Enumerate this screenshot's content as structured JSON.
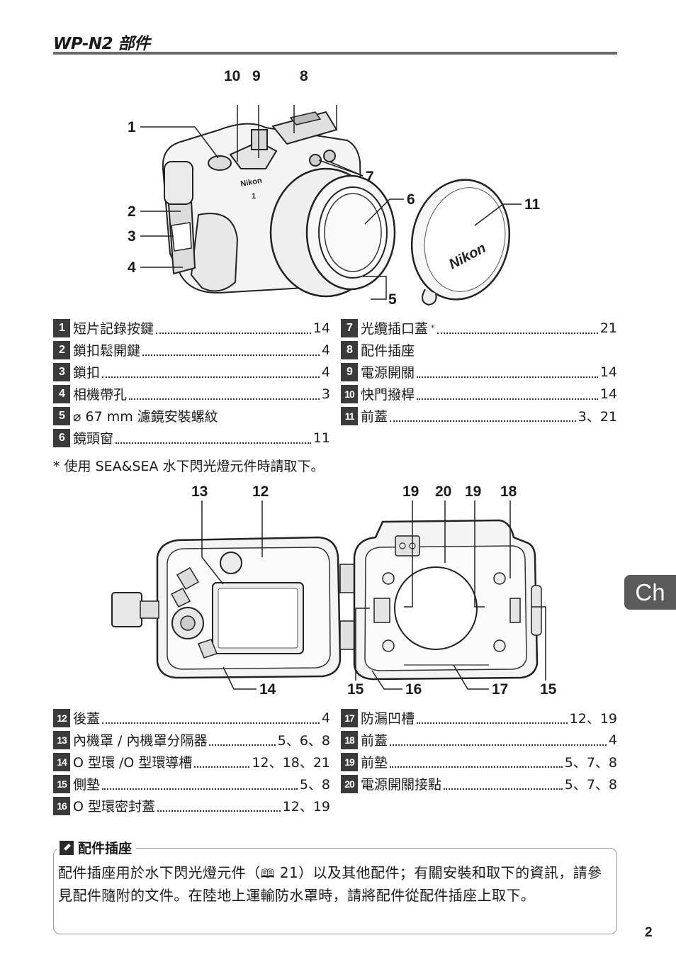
{
  "header": {
    "title": "WP-N2 部件"
  },
  "figure_top": {
    "callouts": [
      "1",
      "2",
      "3",
      "4",
      "5",
      "6",
      "7",
      "8",
      "9",
      "10",
      "11"
    ],
    "brand_body": "Nikon",
    "body_mark": "1",
    "brand_cap": "Nikon"
  },
  "parts_top_left": [
    {
      "num": "1",
      "label": "短片記錄按鍵",
      "page": "14"
    },
    {
      "num": "2",
      "label": "鎖扣鬆開鍵",
      "page": "4"
    },
    {
      "num": "3",
      "label": "鎖扣",
      "page": "4"
    },
    {
      "num": "4",
      "label": "相機帶孔",
      "page": "3"
    },
    {
      "num": "5",
      "label": "⌀ 67 mm 濾鏡安裝螺紋",
      "page": ""
    },
    {
      "num": "6",
      "label": "鏡頭窗",
      "page": "11"
    }
  ],
  "parts_top_right": [
    {
      "num": "7",
      "label": "光纜插口蓋",
      "sup": "*",
      "page": "21"
    },
    {
      "num": "8",
      "label": "配件插座",
      "page": ""
    },
    {
      "num": "9",
      "label": "電源開關",
      "page": "14"
    },
    {
      "num": "10",
      "label": "快門撥桿",
      "page": "14"
    },
    {
      "num": "11",
      "label": "前蓋",
      "page": "3、21"
    }
  ],
  "footnote": "* 使用 SEA&SEA 水下閃光燈元件時請取下。",
  "figure_bottom": {
    "callouts": [
      "12",
      "13",
      "14",
      "15",
      "16",
      "17",
      "18",
      "19",
      "20"
    ]
  },
  "parts_bottom_left": [
    {
      "num": "12",
      "label": "後蓋",
      "page": "4"
    },
    {
      "num": "13",
      "label": "內機罩 / 內機罩分隔器",
      "page": "5、6、8"
    },
    {
      "num": "14",
      "label": "O 型環 /O 型環導槽",
      "page": "12、18、21"
    },
    {
      "num": "15",
      "label": "側墊",
      "page": "5、8"
    },
    {
      "num": "16",
      "label": "O 型環密封蓋",
      "page": "12、19"
    }
  ],
  "parts_bottom_right": [
    {
      "num": "17",
      "label": "防漏凹槽",
      "page": "12、19"
    },
    {
      "num": "18",
      "label": "前蓋",
      "page": "4"
    },
    {
      "num": "19",
      "label": "前墊",
      "page": "5、7、8"
    },
    {
      "num": "20",
      "label": "電源開關接點",
      "page": "5、7、8"
    }
  ],
  "side_tab": "Ch",
  "note": {
    "title": "配件插座",
    "body_1": "配件插座用於水下閃光燈元件（",
    "book_icon": "🕮",
    "body_ref": " 21）以及其他配件；有關安裝和取下的資訊，請參見配件隨附的文件。在陸地上運輸防水罩時，請將配件從配件插座上取下。"
  },
  "page_number": "2"
}
